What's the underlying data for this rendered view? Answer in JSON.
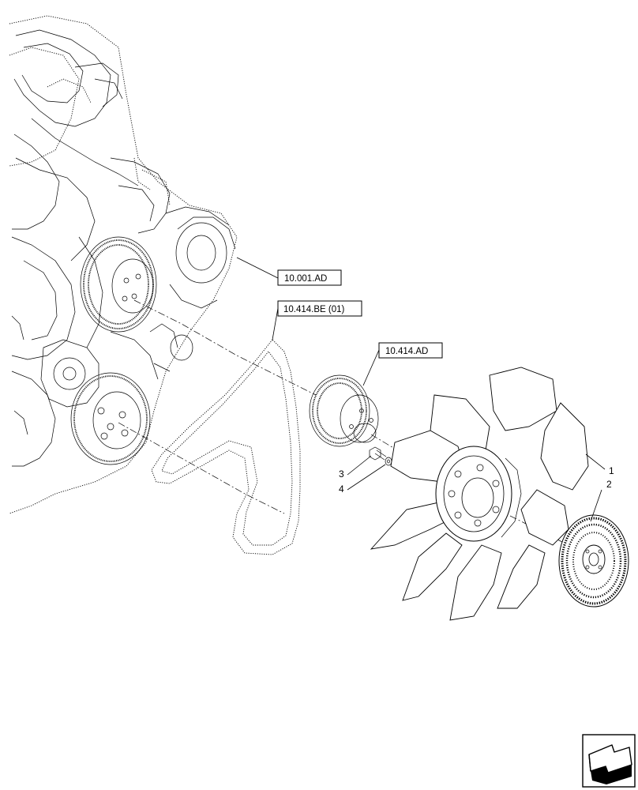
{
  "references": [
    {
      "id": "ref-10-001-ad",
      "label": "10.001.AD"
    },
    {
      "id": "ref-10-414-be",
      "label": "10.414.BE (01)"
    },
    {
      "id": "ref-10-414-ad",
      "label": "10.414.AD"
    }
  ],
  "callouts": [
    {
      "id": "callout-1",
      "label": "1"
    },
    {
      "id": "callout-2",
      "label": "2"
    },
    {
      "id": "callout-3",
      "label": "3"
    },
    {
      "id": "callout-4",
      "label": "4"
    }
  ],
  "nav": {
    "icon": "next-page-arrow-icon"
  }
}
